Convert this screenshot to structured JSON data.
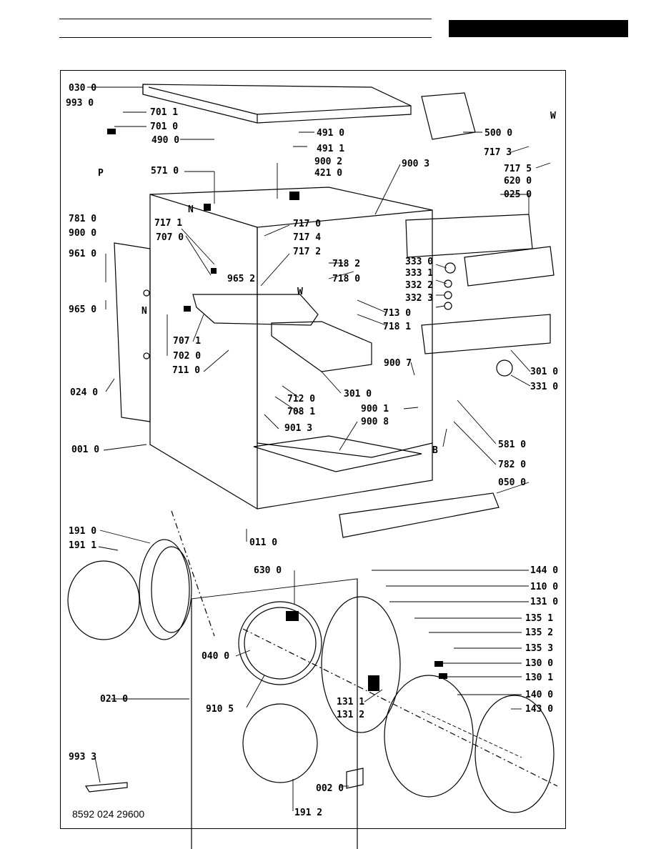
{
  "doc_number": "8592 024 29600",
  "labels": [
    "030 0",
    "993 0",
    "701 1",
    "701 0",
    "490 0",
    "491 0",
    "491 1",
    "900 2",
    "421 0",
    "900 3",
    "500 0",
    "W",
    "717 3",
    "717 5",
    "620 0",
    "025 0",
    "571 0",
    "N",
    "P",
    "781 0",
    "900 0",
    "717 1",
    "707 0",
    "717 0",
    "717 4",
    "717 2",
    "965 2",
    "718 2",
    "718 0",
    "W",
    "961 0",
    "965 0",
    "N",
    "333 0",
    "333 1",
    "332 2",
    "332 3",
    "713 0",
    "718 1",
    "707 1",
    "702 0",
    "711 0",
    "301 0",
    "331 0",
    "900 7",
    "024 0",
    "712 0",
    "708 1",
    "900 1",
    "901 3",
    "900 8",
    "581 0",
    "001 0",
    "B",
    "782 0",
    "050 0",
    "191 0",
    "191 1",
    "011 0",
    "630 0",
    "144 0",
    "110 0",
    "131 0",
    "135 1",
    "135 2",
    "135 3",
    "040 0",
    "130 0",
    "130 1",
    "021 0",
    "910 5",
    "140 0",
    "131 1",
    "131 2",
    "143 0",
    "993 3",
    "002 0",
    "191 2",
    "301 0"
  ]
}
